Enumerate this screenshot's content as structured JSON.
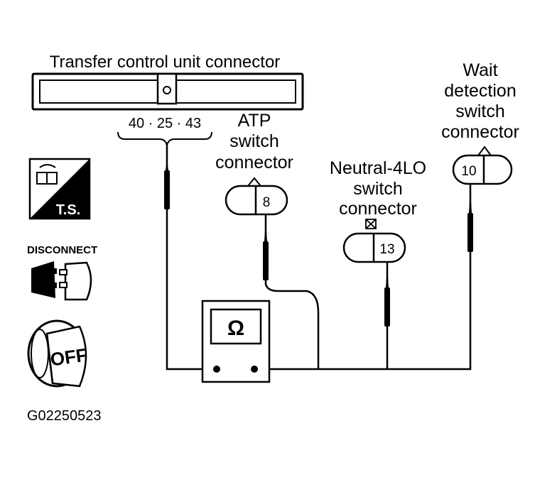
{
  "transfer_unit": {
    "title": "Transfer control unit connector",
    "pins": "40 · 25 · 43"
  },
  "atp": {
    "line1": "ATP",
    "line2": "switch",
    "line3": "connector",
    "pin": "8"
  },
  "neutral": {
    "line1": "Neutral-4LO",
    "line2": "switch",
    "line3": "connector",
    "pin": "13"
  },
  "wait": {
    "line1": "Wait",
    "line2": "detection",
    "line3": "switch",
    "line4": "connector",
    "pin": "10"
  },
  "meter": {
    "symbol": "Ω"
  },
  "icons": {
    "ts_label": "T.S.",
    "disconnect_label": "DISCONNECT",
    "off_label": "OFF"
  },
  "figure_id": "G02250523",
  "colors": {
    "ink": "#000000",
    "paper": "#ffffff"
  }
}
